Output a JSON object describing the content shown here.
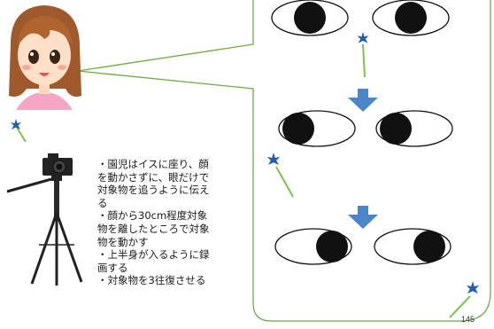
{
  "notes": [
    "・園児はイスに座り、顔",
    "を動かさずに、眼だけで",
    "対象物を追うように伝え",
    "る",
    "・顔から30cm程度対象",
    "物を離したところで対象",
    "物を動かす",
    "・上半身が入るように録",
    "画する",
    "・対象物を3往復させる"
  ],
  "page_number": "145",
  "colors": {
    "frame_green": "#6fac46",
    "arrow_blue": "#4a86c8",
    "pupil": "#111111",
    "wand_star": "#1f5fb0"
  },
  "icons": {
    "child": "girl-face-icon",
    "camera": "camera-on-tripod-icon",
    "wand": "star-wand-icon",
    "arrow": "down-arrow-icon"
  }
}
